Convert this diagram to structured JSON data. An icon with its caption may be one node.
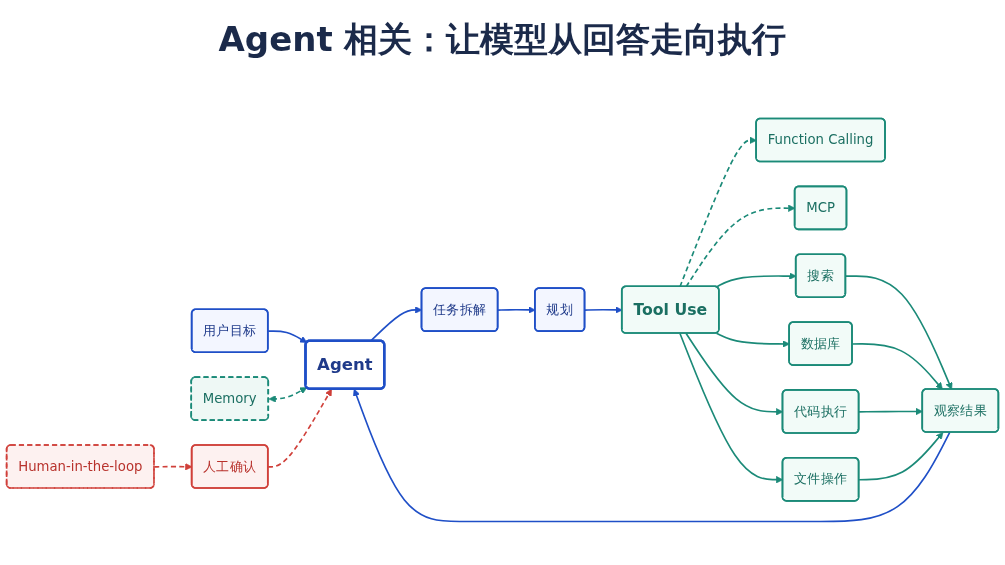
{
  "diagram": {
    "title": "Agent 相关：让模型从回答走向执行",
    "nodes": [
      {
        "text": [
          "用户目标"
        ]
      },
      {
        "text": [
          "Agent"
        ]
      },
      {
        "text": [
          "任务拆解"
        ]
      },
      {
        "text": [
          "规划"
        ]
      },
      {
        "text": [
          "Tool Use"
        ]
      },
      {
        "text": [
          "Function Calling"
        ]
      },
      {
        "text": [
          "MCP"
        ]
      },
      {
        "text": [
          "Memory"
        ]
      },
      {
        "text": [
          "搜索"
        ]
      },
      {
        "text": [
          "数据库"
        ]
      },
      {
        "text": [
          "代码执行"
        ]
      },
      {
        "text": [
          "文件操作"
        ]
      },
      {
        "text": [
          "Human-in-the-loop"
        ]
      },
      {
        "text": [
          "人工确认"
        ]
      },
      {
        "text": [
          "观察结果"
        ]
      }
    ],
    "edges": [
      {
        "from": 0,
        "to": 1,
        "arrow": "to",
        "color": "#1f4fc7"
      },
      {
        "from": 1,
        "to": 2,
        "arrow": "to",
        "color": "#1f4fc7"
      },
      {
        "from": 2,
        "to": 3,
        "arrow": "to",
        "color": "#1f4fc7"
      },
      {
        "from": 3,
        "to": 4,
        "arrow": "to",
        "color": "#1f4fc7"
      },
      {
        "from": 4,
        "to": 5,
        "arrow": "to",
        "style": "dashed"
      },
      {
        "from": 4,
        "to": 6,
        "arrow": "to",
        "style": "dashed"
      },
      {
        "from": 7,
        "to": 1,
        "arrow": "both",
        "style": "dashed"
      },
      {
        "from": 4,
        "to": 8,
        "arrow": "to"
      },
      {
        "from": 4,
        "to": 9,
        "arrow": "to"
      },
      {
        "from": 4,
        "to": 10,
        "arrow": "to"
      },
      {
        "from": 4,
        "to": 11,
        "arrow": "to"
      },
      {
        "from": 8,
        "to": 14,
        "arrow": "to"
      },
      {
        "from": 9,
        "to": 14,
        "arrow": "to"
      },
      {
        "from": 10,
        "to": 14,
        "arrow": "to"
      },
      {
        "from": 11,
        "to": 14,
        "arrow": "to"
      },
      {
        "from": 12,
        "to": 13,
        "arrow": "to",
        "style": "dashed",
        "color": "#d0403a"
      },
      {
        "from": 13,
        "to": 1,
        "arrow": "to",
        "style": "dashed",
        "color": "#d0403a"
      },
      {
        "from": 14,
        "to": 1,
        "arrow": "to",
        "color": "#1f4fc7"
      }
    ]
  }
}
